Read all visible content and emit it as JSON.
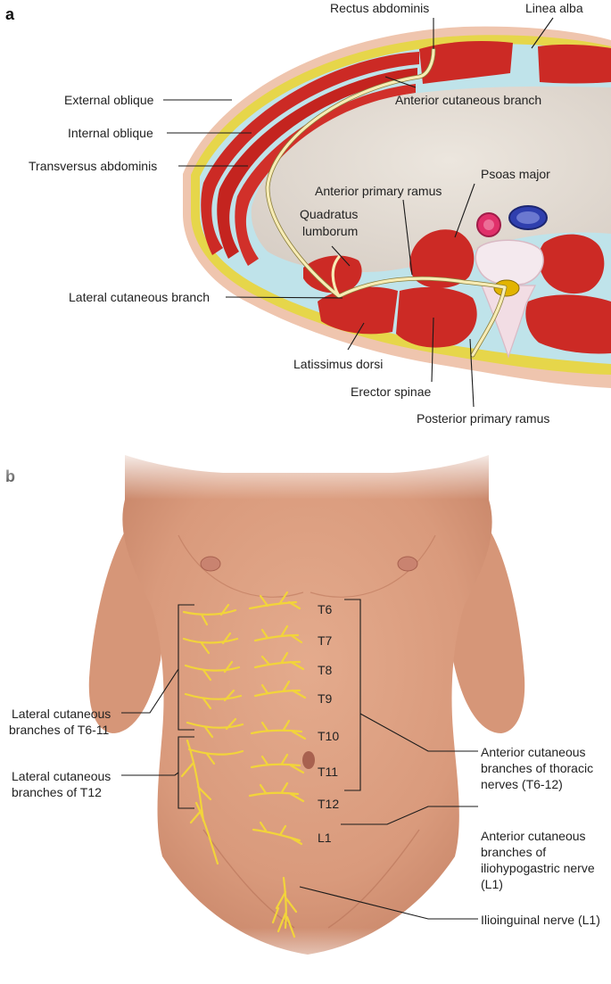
{
  "figure": {
    "panel_a": {
      "letter": "a",
      "labels": {
        "rectus_abdominis": "Rectus abdominis",
        "linea_alba": "Linea alba",
        "external_oblique": "External oblique",
        "internal_oblique": "Internal oblique",
        "transversus_abdominis": "Transversus abdominis",
        "anterior_cutaneous_branch": "Anterior cutaneous branch",
        "psoas_major": "Psoas major",
        "anterior_primary_ramus": "Anterior primary ramus",
        "quadratus_lumborum_1": "Quadratus",
        "quadratus_lumborum_2": "lumborum",
        "lateral_cutaneous_branch": "Lateral cutaneous branch",
        "latissimus_dorsi": "Latissimus dorsi",
        "erector_spinae": "Erector spinae",
        "posterior_primary_ramus": "Posterior primary ramus"
      }
    },
    "panel_b": {
      "letter": "b",
      "dermatomes": [
        "T6",
        "T7",
        "T8",
        "T9",
        "T10",
        "T11",
        "T12",
        "L1"
      ],
      "labels": {
        "lat_t6_11_line1": "Lateral cutaneous",
        "lat_t6_11_line2": "branches of T6-11",
        "lat_t12_line1": "Lateral cutaneous",
        "lat_t12_line2": "branches of T12",
        "ant_thoracic_line1": "Anterior cutaneous",
        "ant_thoracic_line2": "branches of thoracic",
        "ant_thoracic_line3": "nerves (T6-12)",
        "ant_ilio_line1": "Anterior cutaneous",
        "ant_ilio_line2": "branches of",
        "ant_ilio_line3": "iliohypogastric nerve",
        "ant_ilio_line4": "(L1)",
        "ilioinguinal": "Ilioinguinal nerve (L1)"
      }
    },
    "colors": {
      "muscle": "#cc2a25",
      "fat": "#e6d64a",
      "fascia": "#bfe3ea",
      "nerve": "#f2d43a",
      "skin": "#e2a888",
      "artery": "#e0306a",
      "vein": "#2f3fae"
    }
  }
}
